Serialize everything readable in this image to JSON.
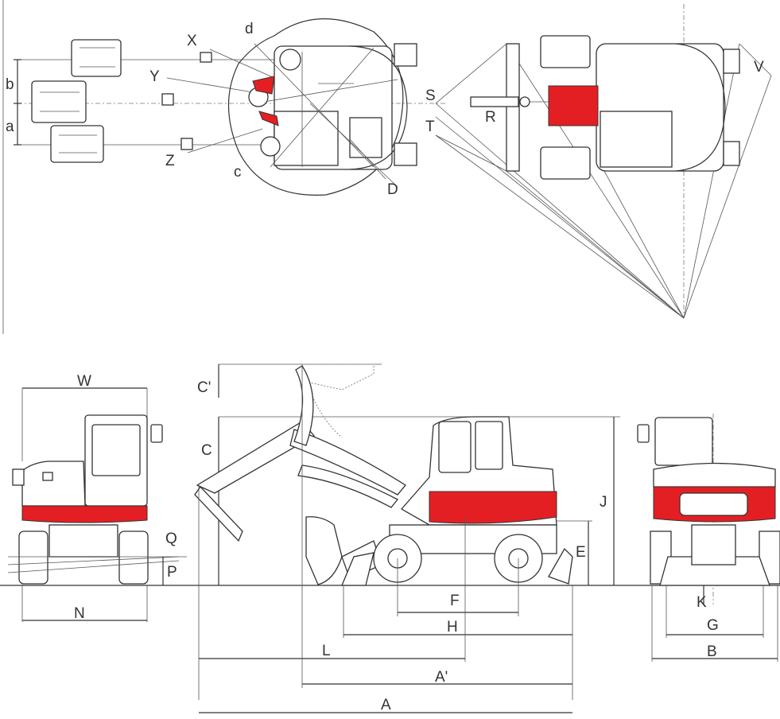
{
  "colors": {
    "accent": "#e41f23",
    "line": "#333333",
    "background": "#ffffff"
  },
  "labels": {
    "a": "a",
    "b": "b",
    "c": "c",
    "d": "d",
    "D": "D",
    "X": "X",
    "Y": "Y",
    "Z": "Z",
    "S": "S",
    "T": "T",
    "R": "R",
    "V": "V",
    "W": "W",
    "N": "N",
    "P": "P",
    "Q": "Q",
    "C_prime": "C'",
    "C": "C",
    "J": "J",
    "E": "E",
    "F": "F",
    "H": "H",
    "L": "L",
    "A_prime": "A'",
    "A": "A",
    "K": "K",
    "G": "G",
    "B": "B"
  }
}
